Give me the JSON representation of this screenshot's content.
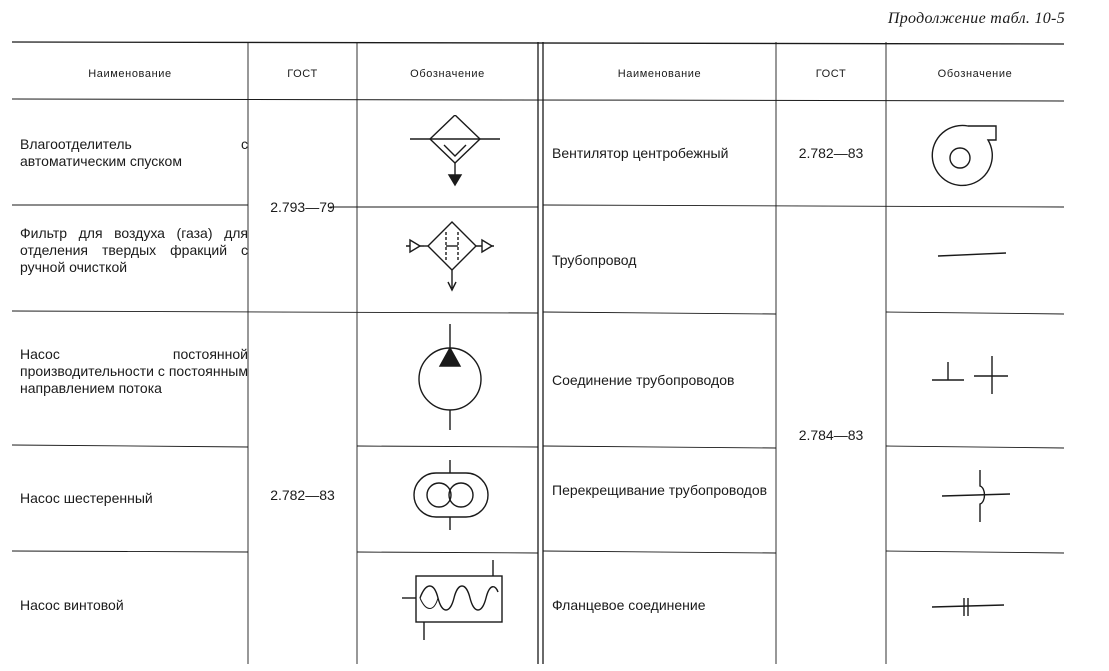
{
  "caption": "Продолжение табл. 10-5",
  "headers": {
    "name": "Наименование",
    "gost": "ГОСТ",
    "symbol": "Обозначение"
  },
  "left": {
    "rows": [
      {
        "name": "Влагоотделитель с автоматическим спуском",
        "symbol_icon": "moisture-separator-auto-drain-icon"
      },
      {
        "name": "Фильтр для воздуха (газа) для отделения твердых фракций с ручной очисткой",
        "symbol_icon": "air-filter-manual-cleaning-icon"
      },
      {
        "name": "Насос постоянной производительности с постоянным направлением потока",
        "symbol_icon": "fixed-displacement-pump-icon"
      },
      {
        "name": "Насос шестеренный",
        "symbol_icon": "gear-pump-icon"
      },
      {
        "name": "Насос винтовой",
        "symbol_icon": "screw-pump-icon"
      }
    ],
    "gost_groups": [
      "2.793—79",
      "2.782—83"
    ]
  },
  "right": {
    "rows": [
      {
        "name": "Вентилятор центробежный",
        "symbol_icon": "centrifugal-fan-icon"
      },
      {
        "name": "Трубопровод",
        "symbol_icon": "pipeline-line-icon"
      },
      {
        "name": "Соединение трубопроводов",
        "symbol_icon": "pipeline-connection-icon"
      },
      {
        "name": "Перекрещивание трубопроводов",
        "symbol_icon": "pipeline-crossing-icon"
      },
      {
        "name": "Фланцевое соединение",
        "symbol_icon": "flange-joint-icon"
      }
    ],
    "gost_groups": [
      "2.782—83",
      "2.784—83"
    ]
  }
}
